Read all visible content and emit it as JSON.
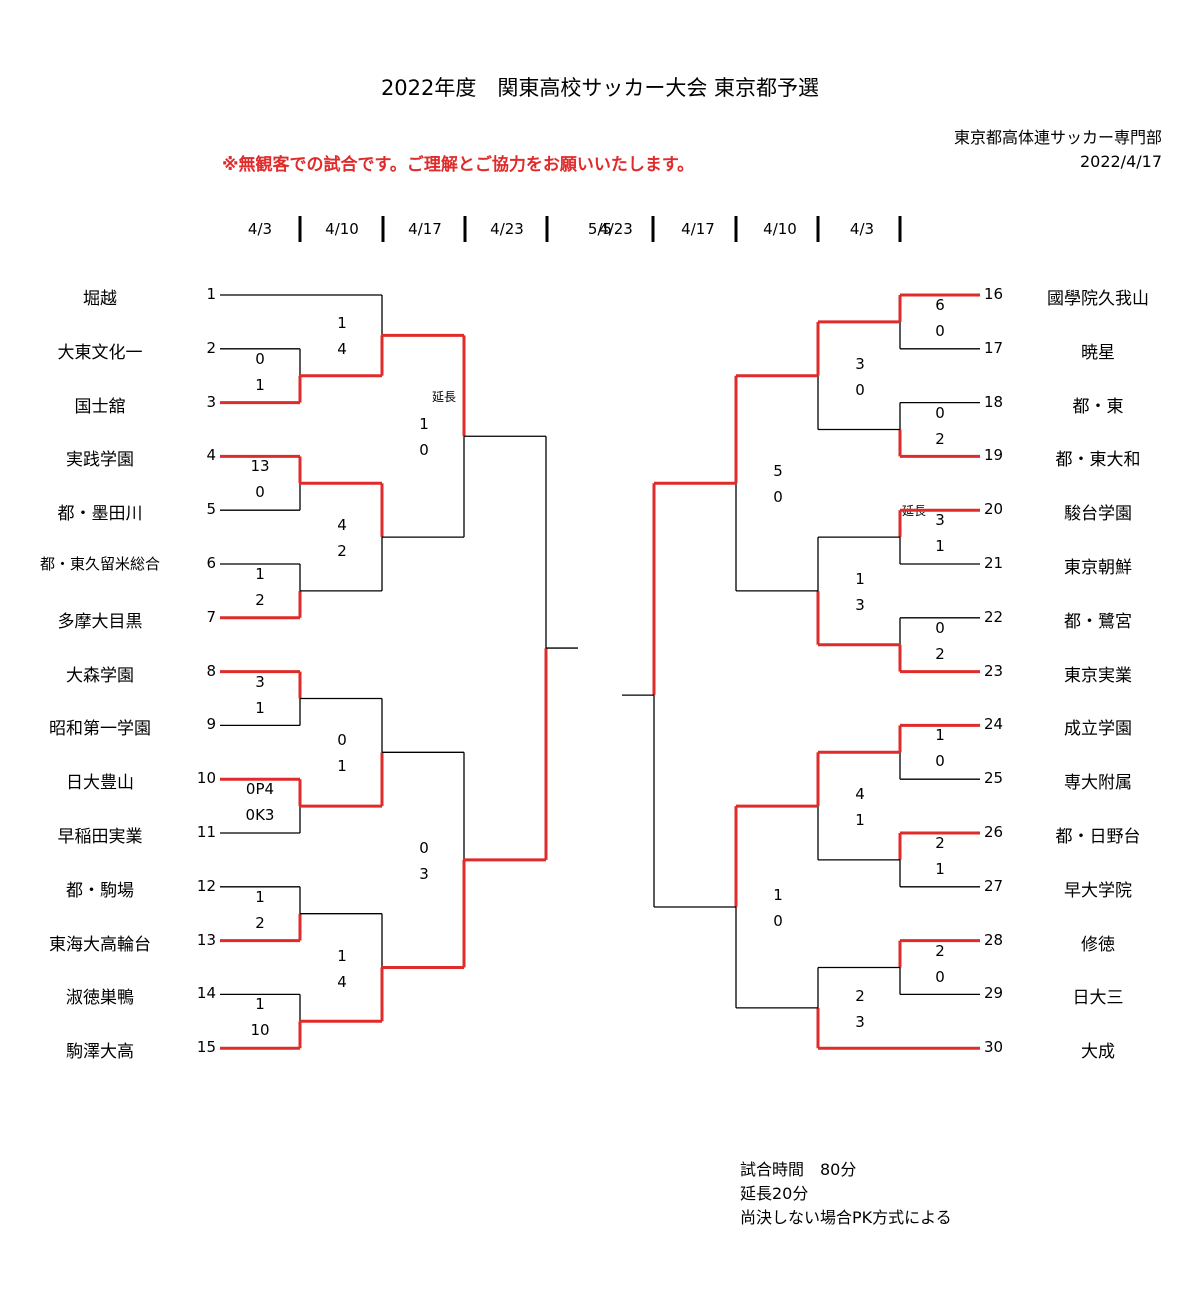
{
  "header": {
    "title": "2022年度　関東高校サッカー大会 東京都予選",
    "organizer": "東京都高体連サッカー専門部",
    "date": "2022/4/17",
    "notice": "※無観客での試合です。ご理解とご協力をお願いいたします。"
  },
  "rounds": [
    "4/3",
    "4/10",
    "4/17",
    "4/23",
    "5/5",
    "4/23",
    "4/17",
    "4/10",
    "4/3"
  ],
  "teams": {
    "left": [
      {
        "no": "1",
        "name": "堀越"
      },
      {
        "no": "2",
        "name": "大東文化一"
      },
      {
        "no": "3",
        "name": "国士舘"
      },
      {
        "no": "4",
        "name": "実践学園"
      },
      {
        "no": "5",
        "name": "都・墨田川"
      },
      {
        "no": "6",
        "name": "都・東久留米総合"
      },
      {
        "no": "7",
        "name": "多摩大目黒"
      },
      {
        "no": "8",
        "name": "大森学園"
      },
      {
        "no": "9",
        "name": "昭和第一学園"
      },
      {
        "no": "10",
        "name": "日大豊山"
      },
      {
        "no": "11",
        "name": "早稲田実業"
      },
      {
        "no": "12",
        "name": "都・駒場"
      },
      {
        "no": "13",
        "name": "東海大高輪台"
      },
      {
        "no": "14",
        "name": "淑徳巣鴨"
      },
      {
        "no": "15",
        "name": "駒澤大高"
      }
    ],
    "right": [
      {
        "no": "16",
        "name": "國學院久我山"
      },
      {
        "no": "17",
        "name": "暁星"
      },
      {
        "no": "18",
        "name": "都・東"
      },
      {
        "no": "19",
        "name": "都・東大和"
      },
      {
        "no": "20",
        "name": "駿台学園"
      },
      {
        "no": "21",
        "name": "東京朝鮮"
      },
      {
        "no": "22",
        "name": "都・鷺宮"
      },
      {
        "no": "23",
        "name": "東京実業"
      },
      {
        "no": "24",
        "name": "成立学園"
      },
      {
        "no": "25",
        "name": "専大附属"
      },
      {
        "no": "26",
        "name": "都・日野台"
      },
      {
        "no": "27",
        "name": "早大学院"
      },
      {
        "no": "28",
        "name": "修徳"
      },
      {
        "no": "29",
        "name": "日大三"
      },
      {
        "no": "30",
        "name": "大成"
      }
    ]
  },
  "scores": {
    "l_r1_a": [
      "0",
      "1"
    ],
    "l_r1_b": [
      "13",
      "0"
    ],
    "l_r1_c": [
      "1",
      "2"
    ],
    "l_r1_d": [
      "3",
      "1"
    ],
    "l_r1_e": [
      "0P4",
      "0K3"
    ],
    "l_r1_f": [
      "1",
      "2"
    ],
    "l_r1_g": [
      "1",
      "10"
    ],
    "l_r2_a": [
      "1",
      "4"
    ],
    "l_r2_b": [
      "4",
      "2"
    ],
    "l_r2_c": [
      "0",
      "1"
    ],
    "l_r2_d": [
      "1",
      "4"
    ],
    "l_r3_a": [
      "1",
      "0"
    ],
    "l_r3_b": [
      "0",
      "3"
    ],
    "r_r1_a": [
      "6",
      "0"
    ],
    "r_r1_b": [
      "0",
      "2"
    ],
    "r_r1_c": [
      "3",
      "1"
    ],
    "r_r1_d": [
      "0",
      "2"
    ],
    "r_r1_e": [
      "1",
      "0"
    ],
    "r_r1_f": [
      "2",
      "1"
    ],
    "r_r1_g": [
      "2",
      "0"
    ],
    "r_r2_a": [
      "3",
      "0"
    ],
    "r_r2_b": [
      "1",
      "3"
    ],
    "r_r2_c": [
      "4",
      "1"
    ],
    "r_r2_d": [
      "2",
      "3"
    ],
    "r_r3_a": [
      "5",
      "0"
    ],
    "r_r3_b": [
      "1",
      "0"
    ]
  },
  "extra_time_label": "延長",
  "rules": [
    "試合時間　80分",
    "延長20分",
    "尚決しない場合PK方式による"
  ],
  "colors": {
    "winner_line": "#e02b2b",
    "normal_line": "#000000",
    "notice": "#e02b2b"
  }
}
